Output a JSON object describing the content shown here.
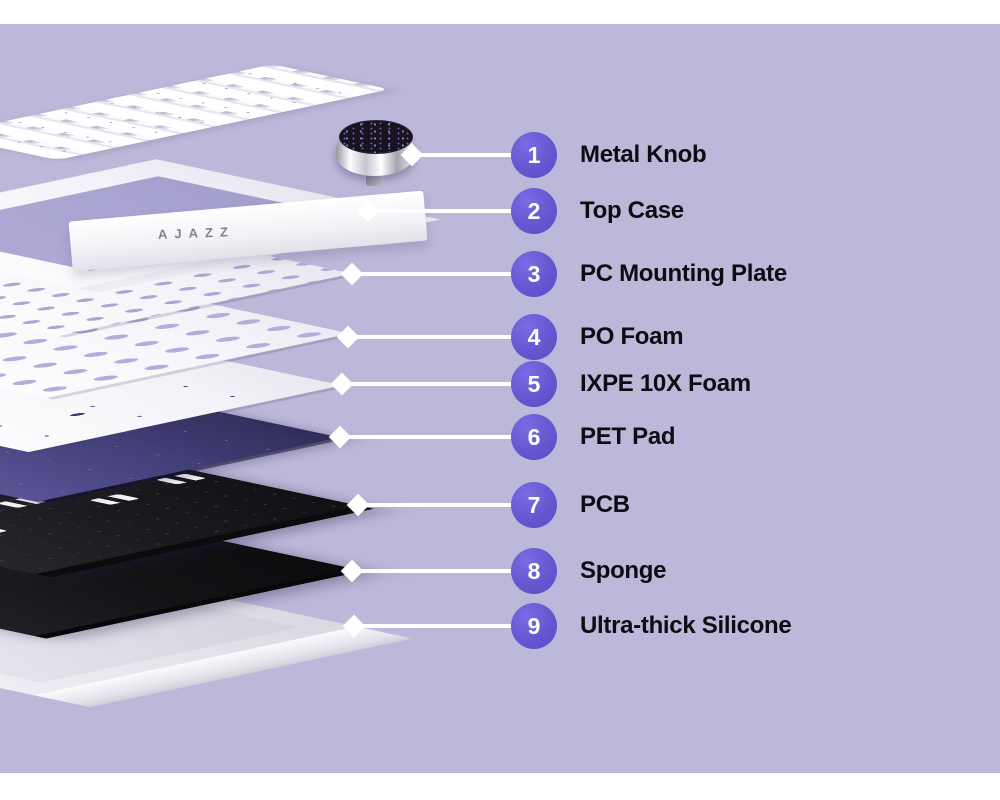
{
  "diagram": {
    "brand": "AJAZZ",
    "background_color": "#bcb8d9",
    "accent_color": "#6457cf",
    "callouts": [
      {
        "num": "1",
        "label": "Metal Knob"
      },
      {
        "num": "2",
        "label": "Top Case"
      },
      {
        "num": "3",
        "label": "PC Mounting Plate"
      },
      {
        "num": "4",
        "label": "PO Foam"
      },
      {
        "num": "5",
        "label": "IXPE 10X Foam"
      },
      {
        "num": "6",
        "label": "PET Pad"
      },
      {
        "num": "7",
        "label": "PCB"
      },
      {
        "num": "8",
        "label": "Sponge"
      },
      {
        "num": "9",
        "label": "Ultra-thick Silicone"
      }
    ]
  }
}
